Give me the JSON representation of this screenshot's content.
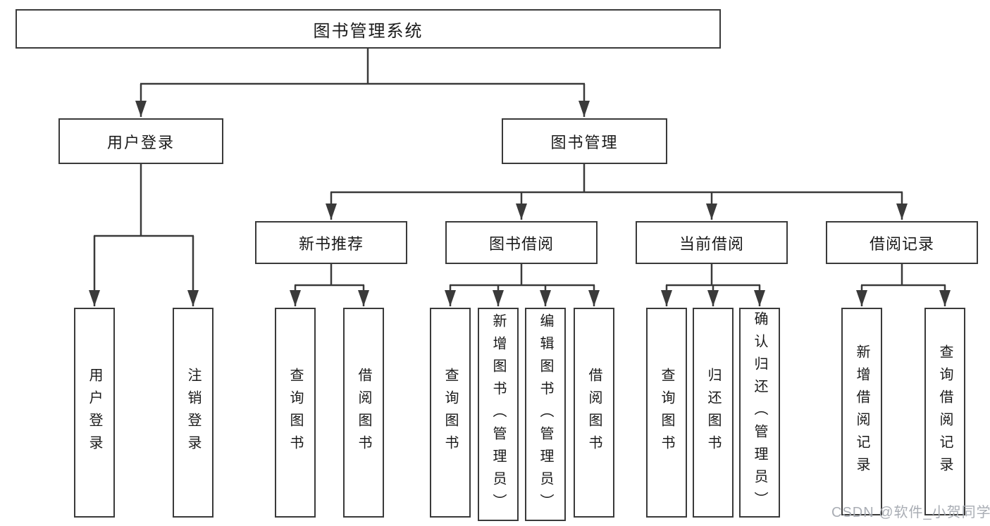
{
  "diagram": {
    "title": "图书管理系统",
    "branches": {
      "user_login": {
        "label": "用户登录",
        "children": [
          "用户登录",
          "注销登录"
        ]
      },
      "book_mgmt": {
        "label": "图书管理",
        "sections": {
          "new_books": {
            "label": "新书推荐",
            "children": [
              "查询图书",
              "借阅图书"
            ]
          },
          "borrowing": {
            "label": "图书借阅",
            "children": [
              "查询图书",
              "新增图书（管理员）",
              "编辑图书（管理员）",
              "借阅图书"
            ]
          },
          "current": {
            "label": "当前借阅",
            "children": [
              "查询图书",
              "归还图书",
              "确认归还（管理员）"
            ]
          },
          "records": {
            "label": "借阅记录",
            "children": [
              "新增借阅记录",
              "查询借阅记录"
            ]
          }
        }
      }
    }
  },
  "watermark": {
    "text": "CSDN @软件_小贺同学"
  },
  "colors": {
    "line": "#3a3a3a",
    "text": "#1a1a1a",
    "watermark": "#a9adb4",
    "background": "#ffffff"
  }
}
